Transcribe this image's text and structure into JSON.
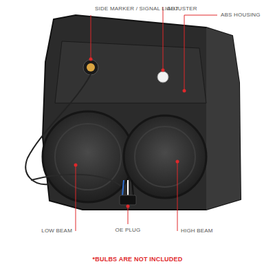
{
  "diagram": {
    "labels": [
      "SIDE MARKER / SIGNAL LIGHT",
      "ADJUSTER",
      "ABS HOUSING",
      "LOW BEAM",
      "OE PLUG",
      "HIGH BEAM",
      "*BULBS ARE NOT INCLUDED"
    ]
  }
}
